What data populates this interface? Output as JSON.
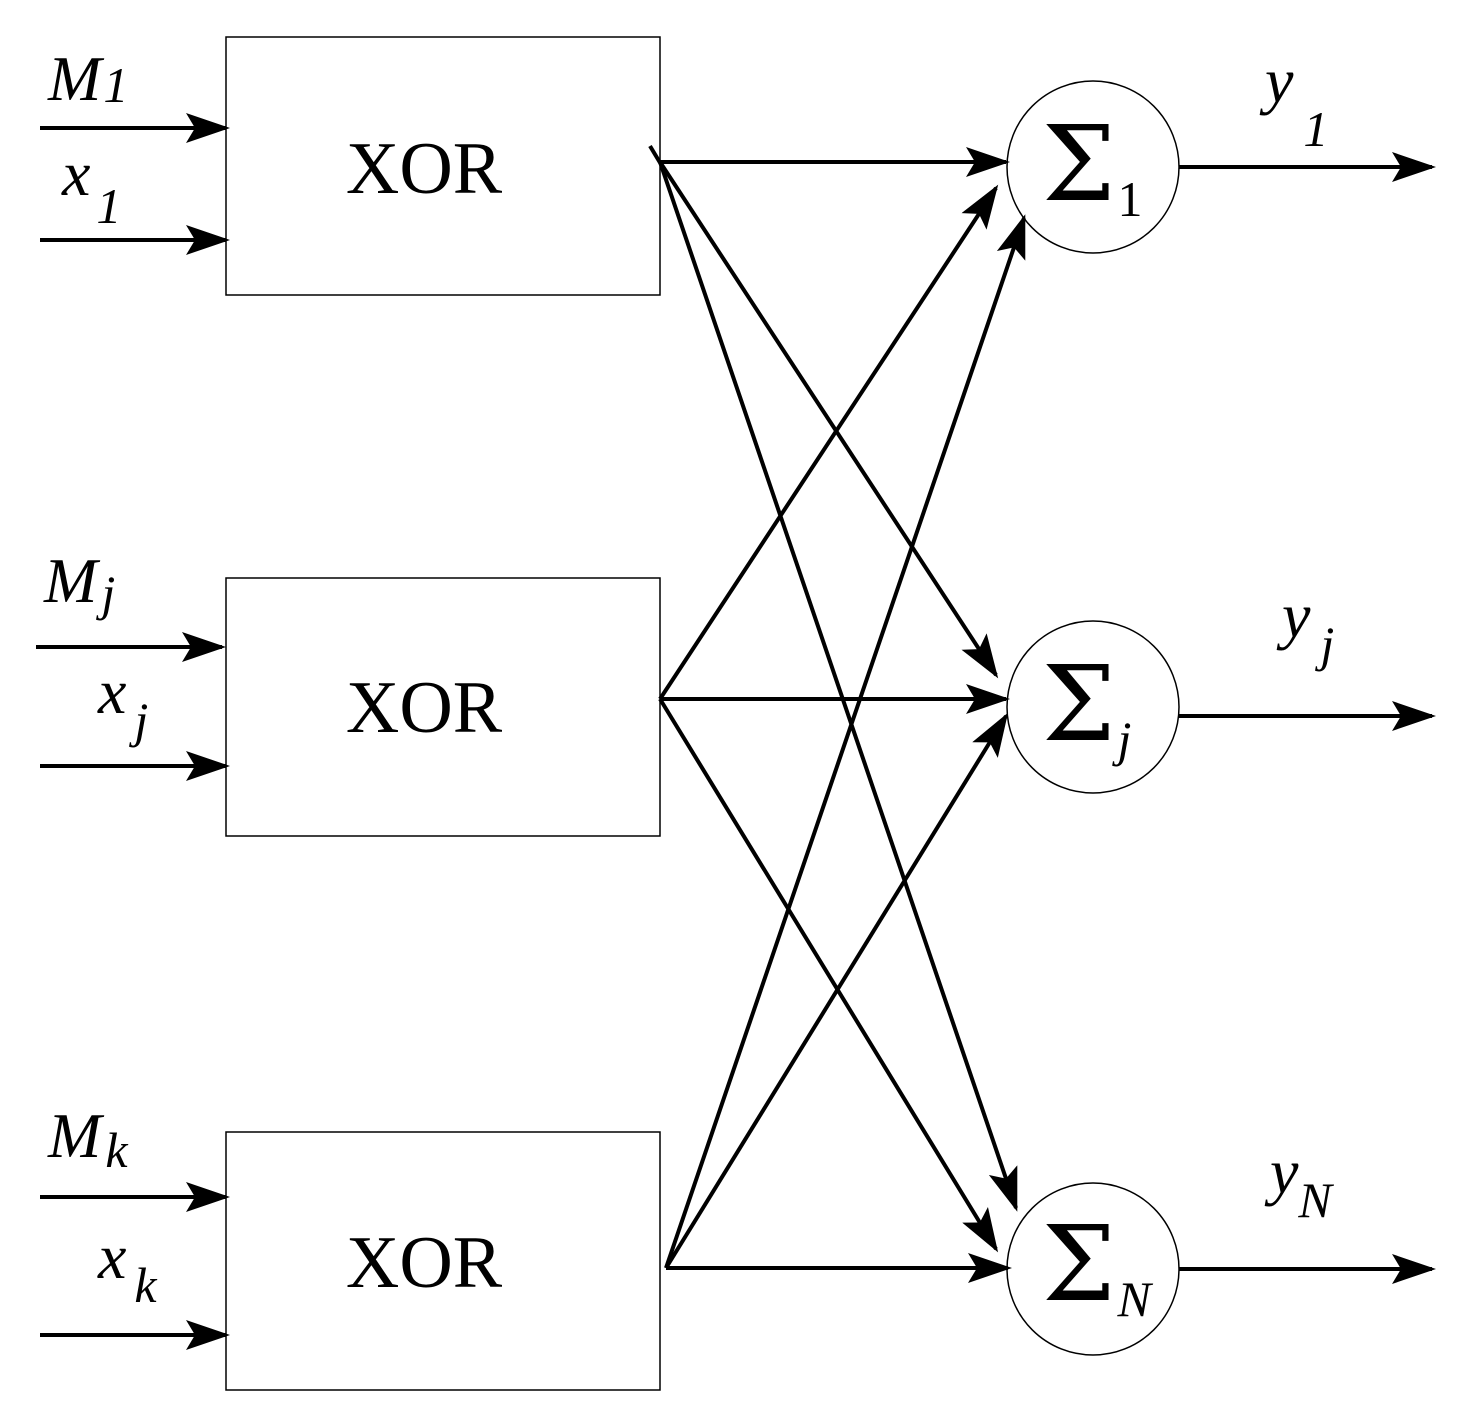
{
  "diagram": {
    "blocks": [
      {
        "label": "XOR",
        "input_top": {
          "var": "M",
          "sub": "1",
          "sub_italic": false
        },
        "input_bottom": {
          "var": "x",
          "sub": "1",
          "sub_italic": false
        }
      },
      {
        "label": "XOR",
        "input_top": {
          "var": "M",
          "sub": "j",
          "sub_italic": true
        },
        "input_bottom": {
          "var": "x",
          "sub": "j",
          "sub_italic": true
        }
      },
      {
        "label": "XOR",
        "input_top": {
          "var": "M",
          "sub": "k",
          "sub_italic": true
        },
        "input_bottom": {
          "var": "x",
          "sub": "k",
          "sub_italic": true
        }
      }
    ],
    "summers": [
      {
        "symbol": "Σ",
        "sub": "1",
        "sub_italic": false,
        "output": {
          "var": "y",
          "sub": "1",
          "sub_italic": false
        }
      },
      {
        "symbol": "Σ",
        "sub": "j",
        "sub_italic": true,
        "output": {
          "var": "y",
          "sub": "j",
          "sub_italic": true
        }
      },
      {
        "symbol": "Σ",
        "sub": "N",
        "sub_italic": true,
        "output": {
          "var": "y",
          "sub": "N",
          "sub_italic": true
        }
      }
    ],
    "connections": [
      {
        "from": 0,
        "to": 0
      },
      {
        "from": 0,
        "to": 1
      },
      {
        "from": 0,
        "to": 2
      },
      {
        "from": 1,
        "to": 0
      },
      {
        "from": 1,
        "to": 1
      },
      {
        "from": 1,
        "to": 2
      },
      {
        "from": 2,
        "to": 0
      },
      {
        "from": 2,
        "to": 1
      },
      {
        "from": 2,
        "to": 2
      }
    ]
  }
}
